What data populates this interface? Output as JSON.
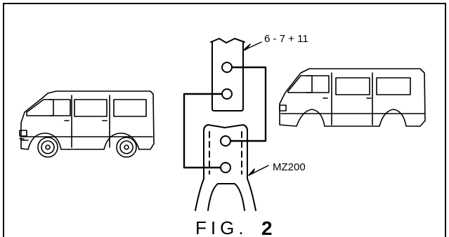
{
  "labels": {
    "upper_part": "6 - 7 + 11",
    "lower_part": "MZ200"
  },
  "figure": {
    "prefix": "FIG.",
    "number": "2"
  },
  "colors": {
    "line": "#000000",
    "background": "#ffffff"
  }
}
